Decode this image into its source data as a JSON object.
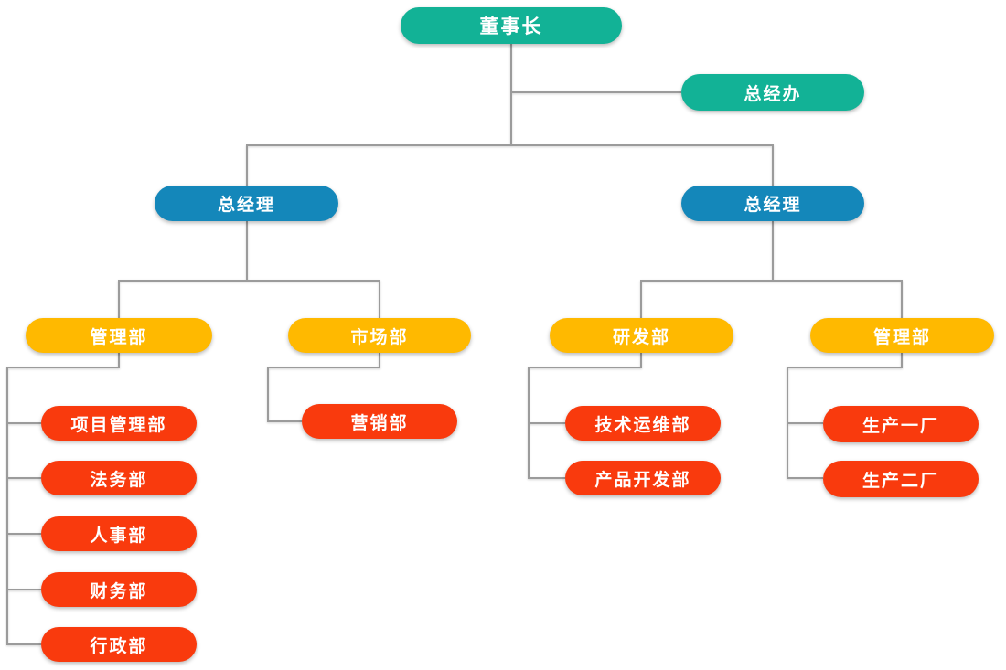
{
  "diagram": {
    "type": "org-chart",
    "language": "zh-CN"
  },
  "colors": {
    "teal": "#12B296",
    "blue": "#1487BA",
    "yellow": "#FFB900",
    "red": "#F93A0D",
    "line": "#9B9B9B",
    "text": "#FFFFFF",
    "background": "#FFFFFF"
  },
  "nodes": {
    "chairman": {
      "label": "董事长",
      "level": 1,
      "color_role": "teal"
    },
    "gm_office": {
      "label": "总经办",
      "level": 1,
      "color_role": "teal"
    },
    "gm_left": {
      "label": "总经理",
      "level": 2,
      "color_role": "blue"
    },
    "gm_right": {
      "label": "总经理",
      "level": 2,
      "color_role": "blue"
    },
    "mgmt_left": {
      "label": "管理部",
      "level": 3,
      "color_role": "yellow"
    },
    "market": {
      "label": "市场部",
      "level": 3,
      "color_role": "yellow"
    },
    "rnd": {
      "label": "研发部",
      "level": 3,
      "color_role": "yellow"
    },
    "mgmt_right": {
      "label": "管理部",
      "level": 3,
      "color_role": "yellow"
    },
    "project_mgmt": {
      "label": "项目管理部",
      "level": 4,
      "color_role": "red"
    },
    "legal": {
      "label": "法务部",
      "level": 4,
      "color_role": "red"
    },
    "hr": {
      "label": "人事部",
      "level": 4,
      "color_role": "red"
    },
    "finance": {
      "label": "财务部",
      "level": 4,
      "color_role": "red"
    },
    "admin": {
      "label": "行政部",
      "level": 4,
      "color_role": "red"
    },
    "sales": {
      "label": "营销部",
      "level": 4,
      "color_role": "red"
    },
    "tech_ops": {
      "label": "技术运维部",
      "level": 4,
      "color_role": "red"
    },
    "product_dev": {
      "label": "产品开发部",
      "level": 4,
      "color_role": "red"
    },
    "plant1": {
      "label": "生产一厂",
      "level": 4,
      "color_role": "red"
    },
    "plant2": {
      "label": "生产二厂",
      "level": 4,
      "color_role": "red"
    }
  },
  "edges": [
    {
      "from": "chairman",
      "to": "gm_office"
    },
    {
      "from": "chairman",
      "to": "gm_left"
    },
    {
      "from": "chairman",
      "to": "gm_right"
    },
    {
      "from": "gm_left",
      "to": "mgmt_left"
    },
    {
      "from": "gm_left",
      "to": "market"
    },
    {
      "from": "gm_right",
      "to": "rnd"
    },
    {
      "from": "gm_right",
      "to": "mgmt_right"
    },
    {
      "from": "mgmt_left",
      "to": "project_mgmt"
    },
    {
      "from": "mgmt_left",
      "to": "legal"
    },
    {
      "from": "mgmt_left",
      "to": "hr"
    },
    {
      "from": "mgmt_left",
      "to": "finance"
    },
    {
      "from": "mgmt_left",
      "to": "admin"
    },
    {
      "from": "market",
      "to": "sales"
    },
    {
      "from": "rnd",
      "to": "tech_ops"
    },
    {
      "from": "rnd",
      "to": "product_dev"
    },
    {
      "from": "mgmt_right",
      "to": "plant1"
    },
    {
      "from": "mgmt_right",
      "to": "plant2"
    }
  ]
}
